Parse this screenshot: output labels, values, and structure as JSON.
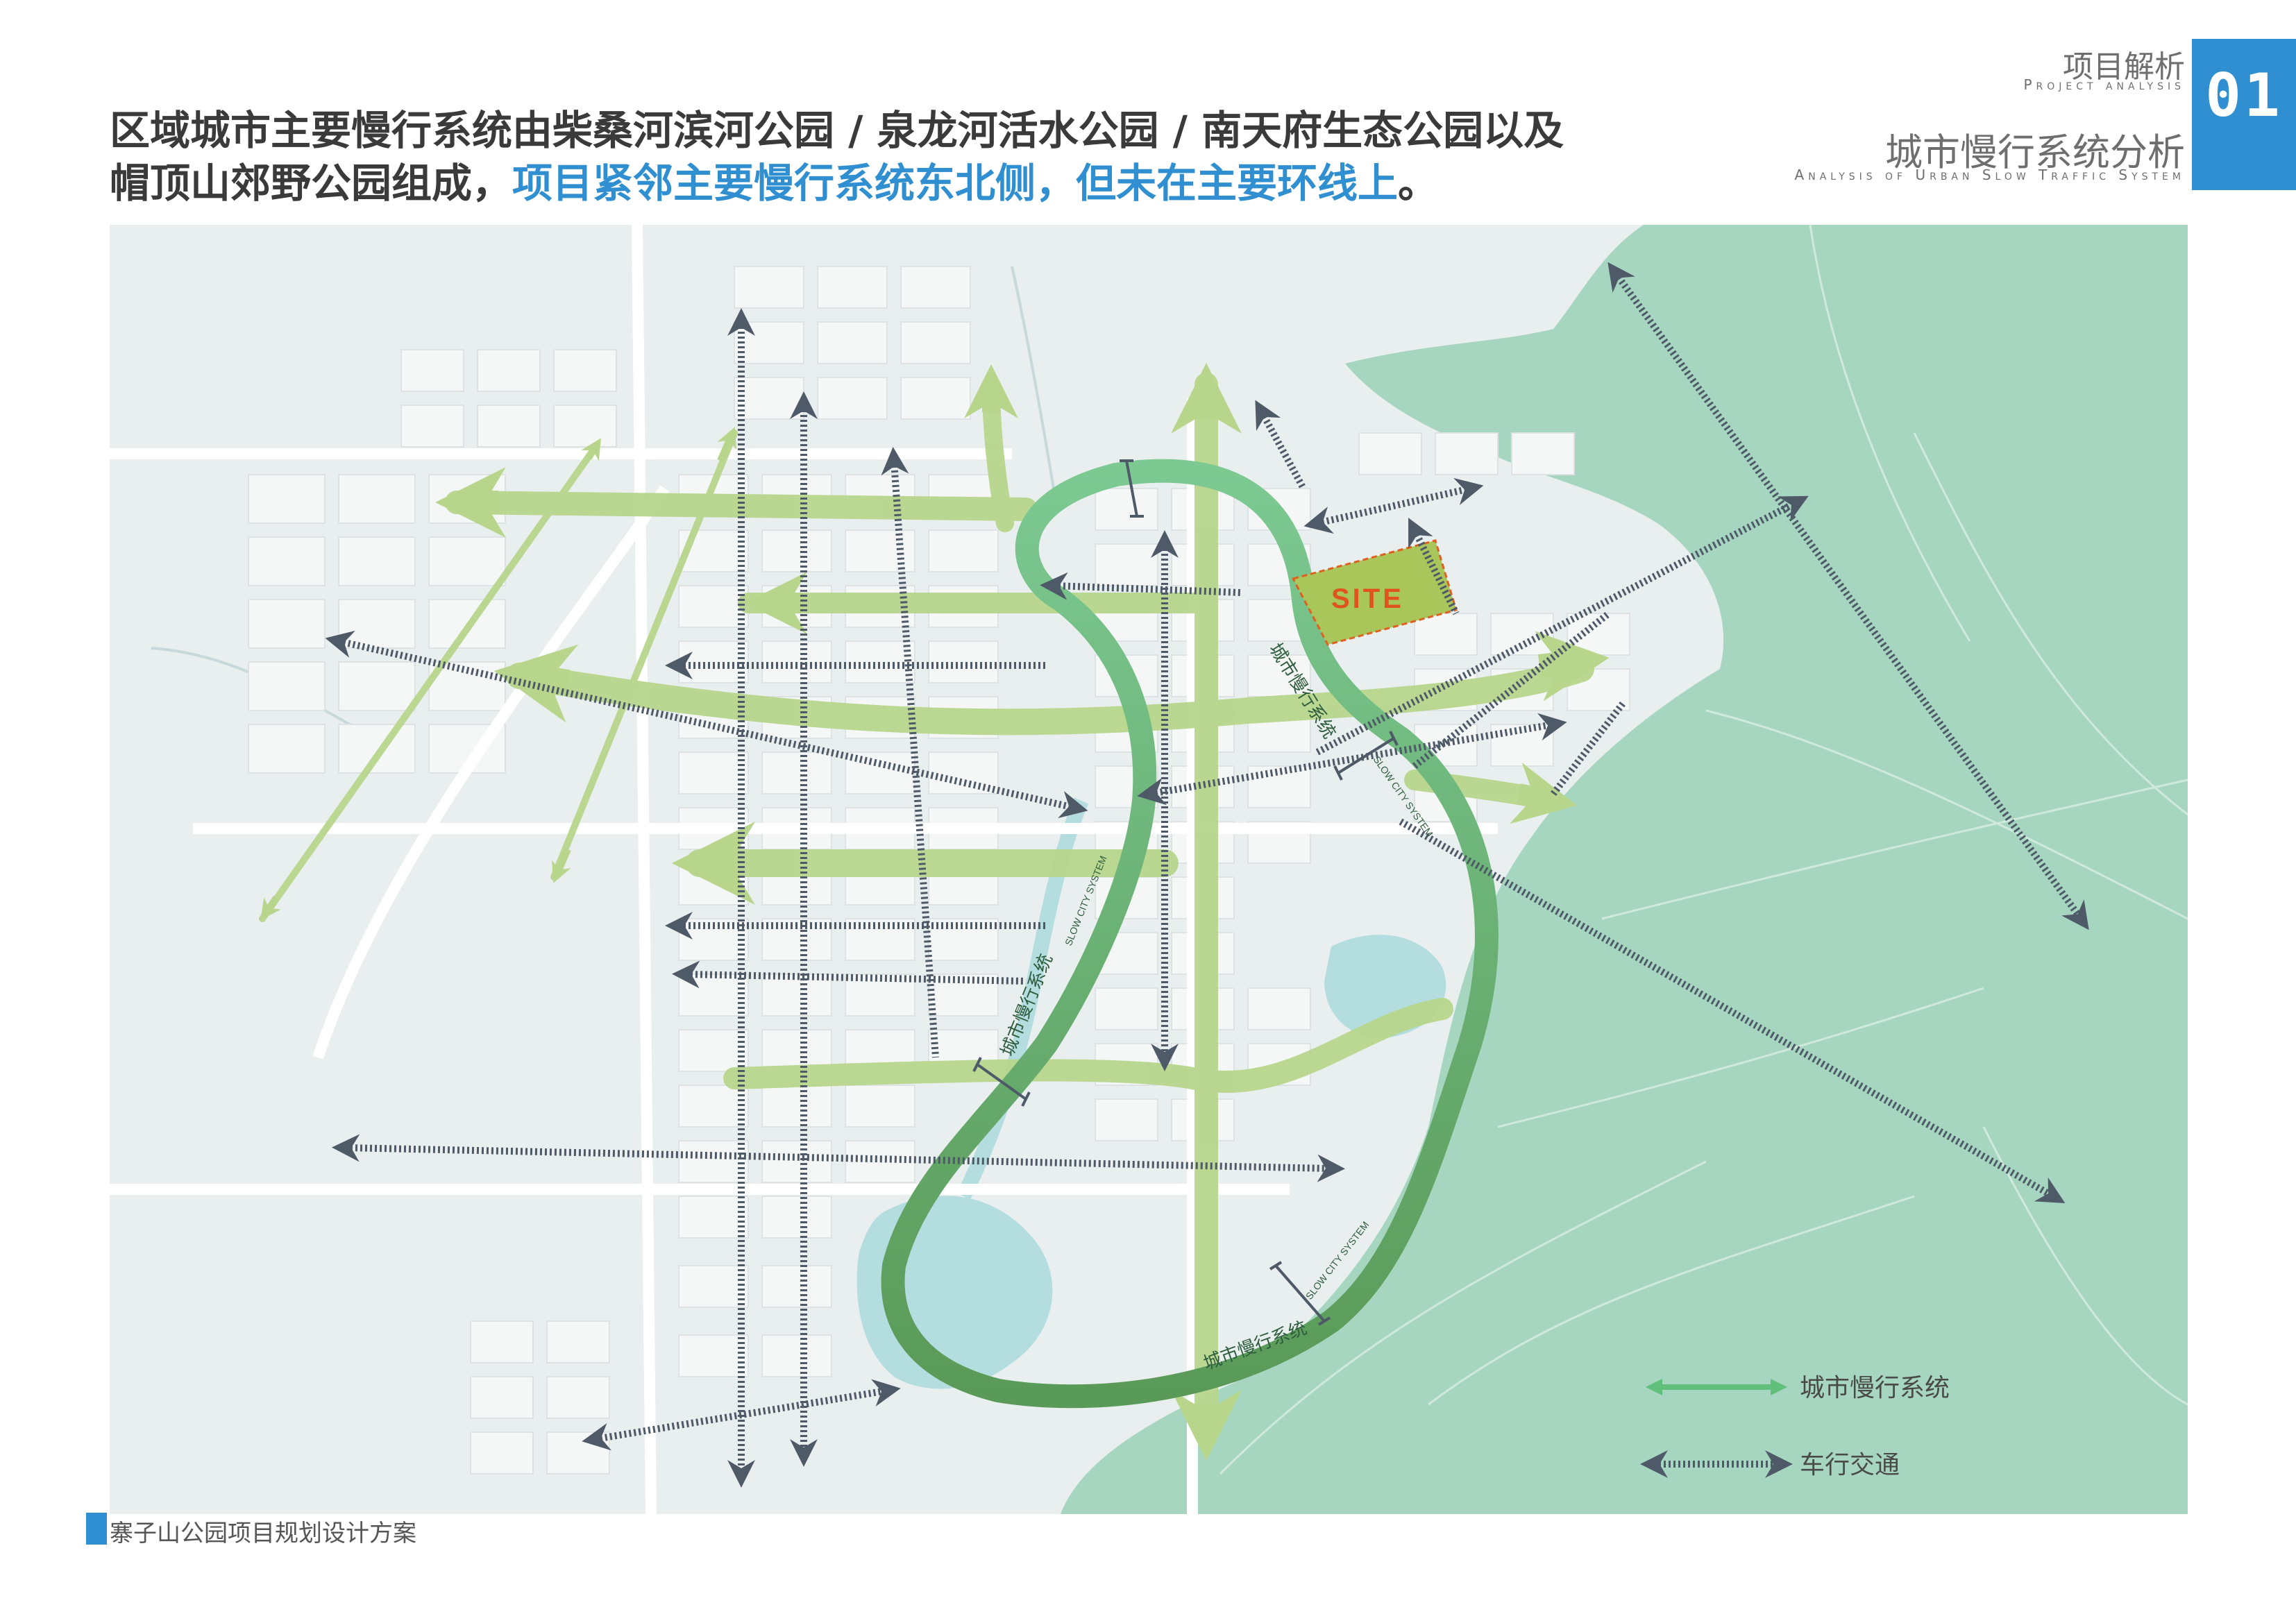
{
  "headline": {
    "line1": "区域城市主要慢行系统由柴桑河滨河公园 / 泉龙河活水公园 / 南天府生态公园以及",
    "line2_normal": "帽顶山郊野公园组成，",
    "line2_highlight": "项目紧邻主要慢行系统东北侧，但未在主要环线上",
    "line2_end": "。"
  },
  "section": {
    "title_cn": "项目解析",
    "title_en": "Project analysis",
    "number": "01",
    "subtitle_cn": "城市慢行系统分析",
    "subtitle_en": "Analysis of Urban Slow Traffic System"
  },
  "map": {
    "site_label": "SITE",
    "route_label_cn": "城市慢行系统",
    "route_label_en": "SLOW CITY SYSTEM",
    "colors": {
      "background": "#e9eeef",
      "mountain": "#a7d6c0",
      "water": "#b4dde0",
      "block": "#f5f6f6",
      "loop_dark": "#5d9c5c",
      "loop_light": "#8fcf9a",
      "green_arrow": "#b7d68c",
      "site": "#a8c65a",
      "site_border": "#e06020",
      "site_text": "#e05320",
      "vehicle": "#4e5a68"
    }
  },
  "legend": {
    "slow": "城市慢行系统",
    "vehicle": "车行交通"
  },
  "footer": "寨子山公园项目规划设计方案"
}
